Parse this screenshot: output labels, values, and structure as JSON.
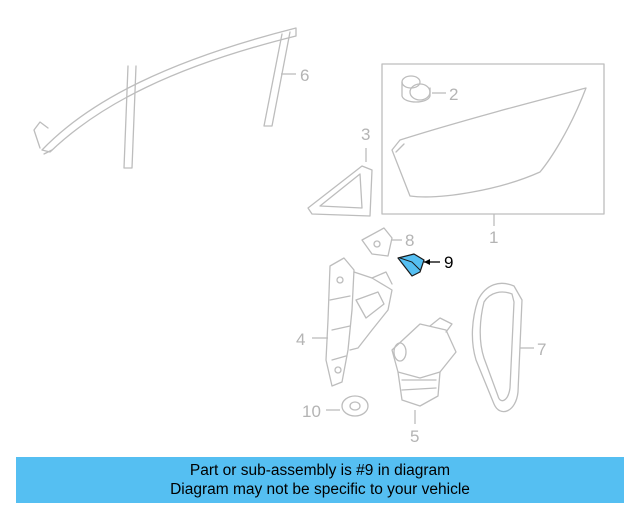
{
  "diagram": {
    "callouts": [
      {
        "id": "1",
        "label": "1",
        "highlighted": false
      },
      {
        "id": "2",
        "label": "2",
        "highlighted": false
      },
      {
        "id": "3",
        "label": "3",
        "highlighted": false
      },
      {
        "id": "4",
        "label": "4",
        "highlighted": false
      },
      {
        "id": "5",
        "label": "5",
        "highlighted": false
      },
      {
        "id": "6",
        "label": "6",
        "highlighted": false
      },
      {
        "id": "7",
        "label": "7",
        "highlighted": false
      },
      {
        "id": "8",
        "label": "8",
        "highlighted": false
      },
      {
        "id": "9",
        "label": "9",
        "highlighted": true
      },
      {
        "id": "10",
        "label": "10",
        "highlighted": false
      }
    ],
    "highlight_color": "#55bff2",
    "faded_color": "#bdbdbd"
  },
  "banner": {
    "line1": "Part or sub-assembly is #9 in diagram",
    "line2": "Diagram may not be specific to your vehicle",
    "background": "#55bff2"
  }
}
